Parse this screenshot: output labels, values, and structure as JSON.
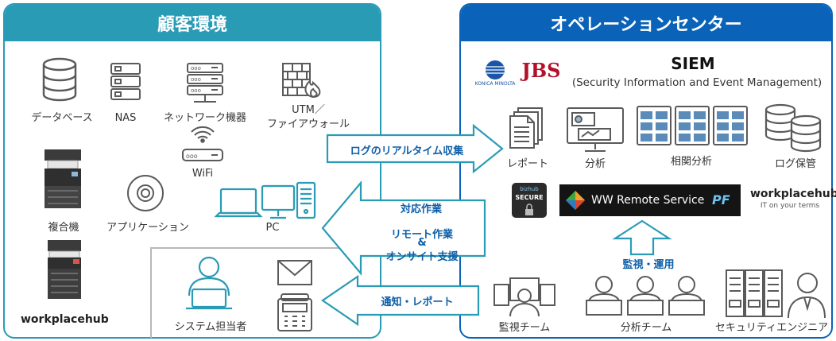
{
  "customer_panel": {
    "title": "顧客環境",
    "items": {
      "database": "データベース",
      "nas": "NAS",
      "network": "ネットワーク機器",
      "utm_line1": "UTM／",
      "utm_line2": "ファイアウォール",
      "wifi": "WiFi",
      "mfp": "複合機",
      "application": "アプリケーション",
      "pc": "PC",
      "system_admin": "システム担当者",
      "workplace_hub": "workplacehub"
    }
  },
  "operation_panel": {
    "title": "オペレーションセンター",
    "siem_title": "SIEM",
    "siem_subtitle": "(Security Information and Event Management)",
    "logos": {
      "konica": "KONICA MINOLTA",
      "jbs": "JBS",
      "bizhub_secure_line1": "bizhub",
      "bizhub_secure_line2": "SECURE",
      "ww_remote": "WW Remote Service",
      "ww_remote_pf": "PF",
      "workplace_hub": "workplacehub",
      "workplace_hub_tagline": "IT on your terms"
    },
    "items": {
      "report": "レポート",
      "analysis": "分析",
      "correlation": "相関分析",
      "log_storage": "ログ保管",
      "monitoring_team": "監視チーム",
      "analysis_team": "分析チーム",
      "security_engineer": "セキュリティエンジニア"
    },
    "monitor_ops": "監視・運用"
  },
  "arrows": {
    "log_collection": "ログのリアルタイム収集",
    "response": "対応作業",
    "remote_line1": "リモート作業",
    "remote_line2": "&",
    "remote_line3": "オンサイト支援",
    "notify": "通知・レポート"
  },
  "colors": {
    "customer_teal": "#2a9bb5",
    "operation_blue": "#0a63b8",
    "icon_gray": "#6b6b6b"
  }
}
